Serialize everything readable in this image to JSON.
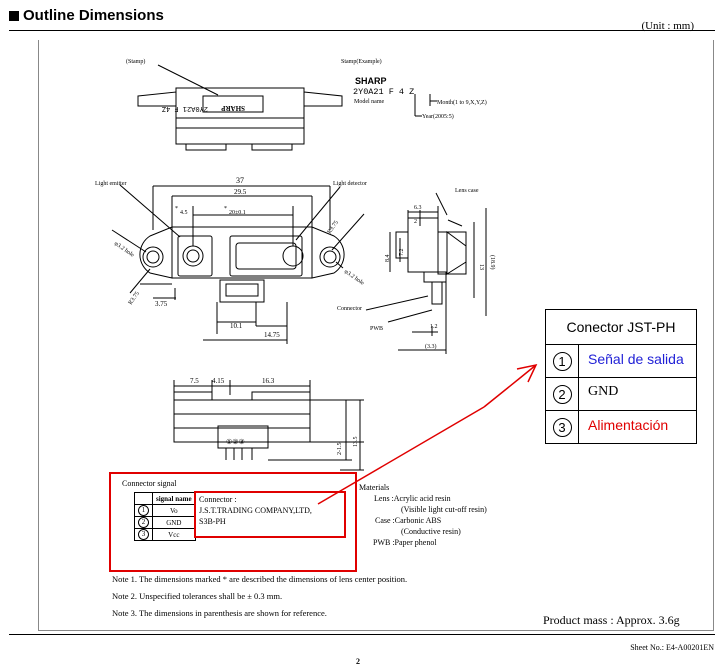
{
  "header": {
    "title": "Outline Dimensions",
    "unit": "(Unit : mm)"
  },
  "stamp": {
    "label": "(Stamp)",
    "example_label": "Stamp(Example)",
    "brand": "SHARP",
    "code": "2Y0A21 F 4 Z",
    "model_name_label": "Model name",
    "month_label": "Month(1 to 9,X,Y,Z)",
    "year_label": "Year(2005:5)",
    "mirrored_code": "2Y0A21 F 4Z"
  },
  "front_view": {
    "dim_37": "37",
    "dim_29_5": "29.5",
    "dim_4_5": "4.5",
    "dim_20": "20±0.1",
    "light_emitter": "Light emitter",
    "light_detector": "Light detector",
    "hole_left": "φ3.2 hole",
    "hole_right": "φ3.2 hole",
    "r_left": "R3.75",
    "r_right": "R3.75",
    "dim_3_75": "3.75",
    "dim_10_1": "10.1",
    "dim_14_75": "14.75",
    "asterisk": "*"
  },
  "side_view": {
    "lens_case": "Lens case",
    "dim_6_3": "6.3",
    "dim_2": "2",
    "dim_8_4": "8.4",
    "dim_7_2": "7.2",
    "dim_13": "13",
    "dim_18_9": "(18.9)",
    "connector": "Connector",
    "pwb": "PWB",
    "dim_1_2": "1.2",
    "dim_3_3": "(3.3)"
  },
  "bottom_view": {
    "dim_7_5": "7.5",
    "dim_4_15": "4.15",
    "dim_16_3": "16.3",
    "dim_2_4_5": "2-1.5",
    "dim_13_5": "13.5",
    "pins": "①②③"
  },
  "connector_signal": {
    "title": "Connector signal",
    "col_header": "signal name",
    "rows": [
      {
        "num": "1",
        "name": "Vo"
      },
      {
        "num": "2",
        "name": "GND"
      },
      {
        "num": "3",
        "name": "Vcc"
      }
    ],
    "connector_label": "Connector :",
    "connector_line1": "J.S.T.TRADING COMPANY,LTD,",
    "connector_line2": "S3B-PH"
  },
  "materials": {
    "title": "Materials",
    "lens": "Lens :Acrylic acid resin",
    "lens_note": "(Visible light cut-off resin)",
    "case": "Case :Carbonic ABS",
    "case_note": "(Conductive resin)",
    "pwb": "PWB :Paper phenol"
  },
  "notes": [
    "Note 1. The dimensions marked * are described the dimensions of lens center position.",
    "Note 2. Unspecified tolerances shall be ± 0.3 mm.",
    "Note 3. The dimensions in parenthesis are shown for reference."
  ],
  "product_mass": "Product mass : Approx. 3.6g",
  "sheet_no": "Sheet No.: E4-A00201EN",
  "page_number": "2",
  "jst_box": {
    "title": "Conector JST-PH",
    "pins": [
      {
        "num": "1",
        "label": "Señal de salida",
        "color": "#1f1fd6"
      },
      {
        "num": "2",
        "label": "GND",
        "color": "#000000"
      },
      {
        "num": "3",
        "label": "Alimentación",
        "color": "#e00000"
      }
    ]
  },
  "colors": {
    "annotation_red": "#e00000",
    "annotation_blue": "#1f1fd6"
  }
}
